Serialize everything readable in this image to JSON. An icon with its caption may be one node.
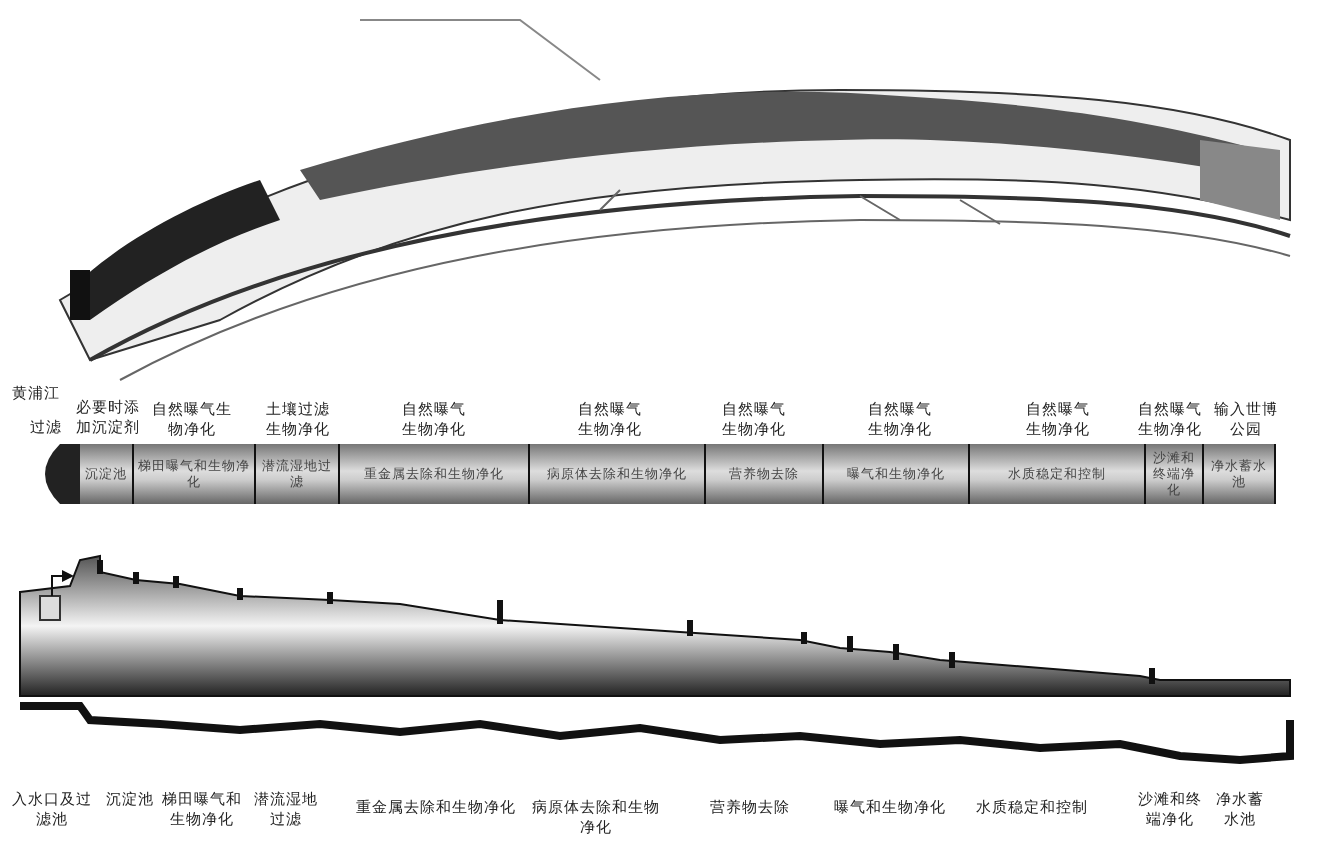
{
  "diagram": {
    "nodes": [
      {
        "text": [
          "沉淀池"
        ]
      },
      {
        "text": [
          "梯田曝气和生物净化"
        ]
      },
      {
        "text": [
          "潜流湿地过滤"
        ]
      },
      {
        "text": [
          "重金属去除和生物净化"
        ]
      },
      {
        "text": [
          "病原体去除和生物净化"
        ]
      },
      {
        "text": [
          "营养物去除"
        ]
      },
      {
        "text": [
          "曝气和生物净化"
        ]
      },
      {
        "text": [
          "水质稳定和控制"
        ]
      },
      {
        "text": [
          "沙滩和终端净化"
        ]
      },
      {
        "text": [
          "净水蓄水池"
        ]
      }
    ],
    "labels": [
      "黄浦江",
      "过滤",
      "必要时添加沉淀剂",
      "自然曝气生物净化",
      "土壤过滤生物净化",
      "自然曝气生物净化",
      "自然曝气生物净化",
      "自然曝气生物净化",
      "自然曝气生物净化",
      "自然曝气生物净化",
      "自然曝气生物净化",
      "输入世博公园",
      "入水口及过滤池",
      "沉淀池",
      "梯田曝气和生物净化",
      "潜流湿地过滤",
      "重金属去除和生物净化",
      "病原体去除和生物净化",
      "营养物去除",
      "曝气和生物净化",
      "水质稳定和控制",
      "沙滩和终端净化",
      "净水蓄水池"
    ]
  }
}
